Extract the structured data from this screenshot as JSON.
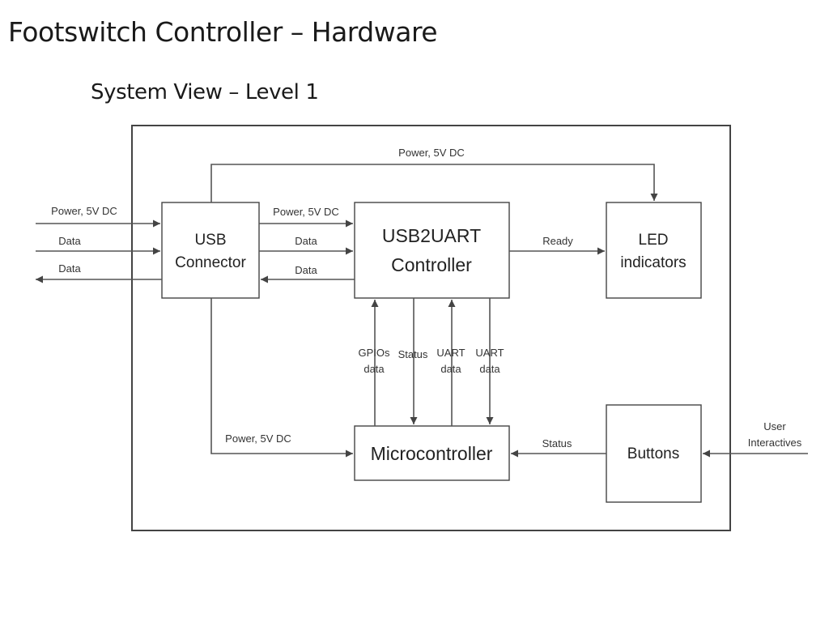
{
  "title": "Footswitch Controller – Hardware",
  "subtitle": "System View – Level 1",
  "blocks": {
    "usb": [
      "USB",
      "Connector"
    ],
    "usb2uart": [
      "USB2UART",
      "Controller"
    ],
    "led": [
      "LED",
      "indicators"
    ],
    "micro": "Microcontroller",
    "buttons": "Buttons"
  },
  "signals": {
    "power_top": "Power, 5V DC",
    "ext_power": "Power, 5V DC",
    "ext_data_in": "Data",
    "ext_data_out": "Data",
    "usb_power": "Power, 5V DC",
    "usb_data_in": "Data",
    "usb_data_out": "Data",
    "ready": "Ready",
    "gpios": [
      "GPIOs",
      "data"
    ],
    "status_down": "Status",
    "uart_up": [
      "UART",
      "data"
    ],
    "uart_down": [
      "UART",
      "data"
    ],
    "power_micro": "Power, 5V DC",
    "status_btn": "Status",
    "user": [
      "User",
      "Interactives"
    ]
  }
}
